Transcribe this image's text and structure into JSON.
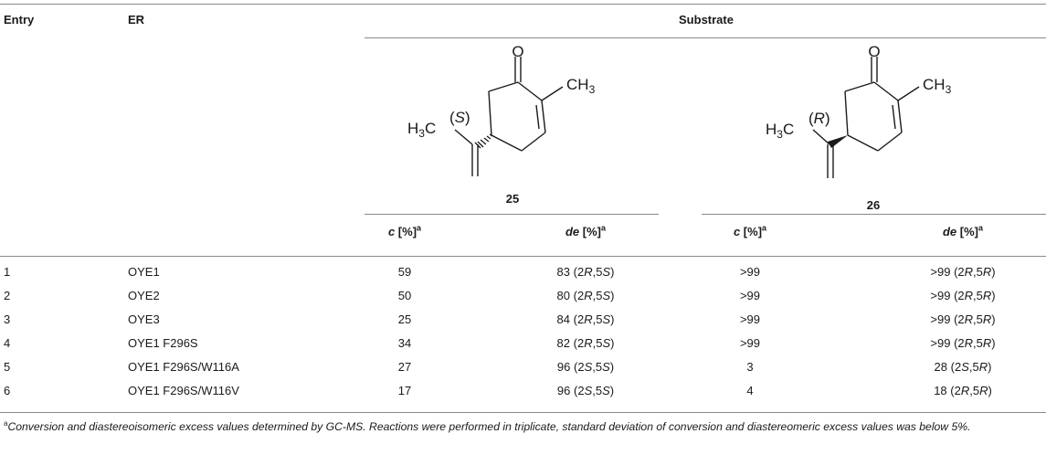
{
  "headers": {
    "entry": "Entry",
    "er": "ER",
    "substrate": "Substrate",
    "compound_a": "25",
    "compound_b": "26",
    "c_label": "c",
    "c_unit": " [%]",
    "de_label": "de",
    "de_unit": " [%]",
    "footnote_mark": "a"
  },
  "structures": {
    "oxygen": "O",
    "methyl": "CH",
    "methyl_sub": "3",
    "h3c_h": "H",
    "h3c_sub": "3",
    "h3c_c": "C",
    "stereo_a": "S",
    "stereo_b": "R"
  },
  "rows": [
    {
      "entry": "1",
      "er": "OYE1",
      "c_a": "59",
      "de_a": "83",
      "conf_a": [
        "2",
        "R",
        ",5",
        "S"
      ],
      "c_b": ">99",
      "de_b": ">99",
      "conf_b": [
        "2",
        "R",
        ",5",
        "R"
      ]
    },
    {
      "entry": "2",
      "er": "OYE2",
      "c_a": "50",
      "de_a": "80",
      "conf_a": [
        "2",
        "R",
        ",5",
        "S"
      ],
      "c_b": ">99",
      "de_b": ">99",
      "conf_b": [
        "2",
        "R",
        ",5",
        "R"
      ]
    },
    {
      "entry": "3",
      "er": "OYE3",
      "c_a": "25",
      "de_a": "84",
      "conf_a": [
        "2",
        "R",
        ",5",
        "S"
      ],
      "c_b": ">99",
      "de_b": ">99",
      "conf_b": [
        "2",
        "R",
        ",5",
        "R"
      ]
    },
    {
      "entry": "4",
      "er": "OYE1 F296S",
      "c_a": "34",
      "de_a": "82",
      "conf_a": [
        "2",
        "R",
        ",5",
        "S"
      ],
      "c_b": ">99",
      "de_b": ">99",
      "conf_b": [
        "2",
        "R",
        ",5",
        "R"
      ]
    },
    {
      "entry": "5",
      "er": "OYE1 F296S/W116A",
      "c_a": "27",
      "de_a": "96",
      "conf_a": [
        "2",
        "S",
        ",5",
        "S"
      ],
      "c_b": "3",
      "de_b": "28",
      "conf_b": [
        "2",
        "S",
        ",5",
        "R"
      ]
    },
    {
      "entry": "6",
      "er": "OYE1 F296S/W116V",
      "c_a": "17",
      "de_a": "96",
      "conf_a": [
        "2",
        "S",
        ",5",
        "S"
      ],
      "c_b": "4",
      "de_b": "18",
      "conf_b": [
        "2",
        "R",
        ",5",
        "R"
      ]
    }
  ],
  "footnote": {
    "mark": "a",
    "text": "Conversion and diastereoisomeric excess values determined by GC-MS. Reactions were performed in triplicate, standard deviation of conversion and diastereomeric excess values was below 5%."
  }
}
